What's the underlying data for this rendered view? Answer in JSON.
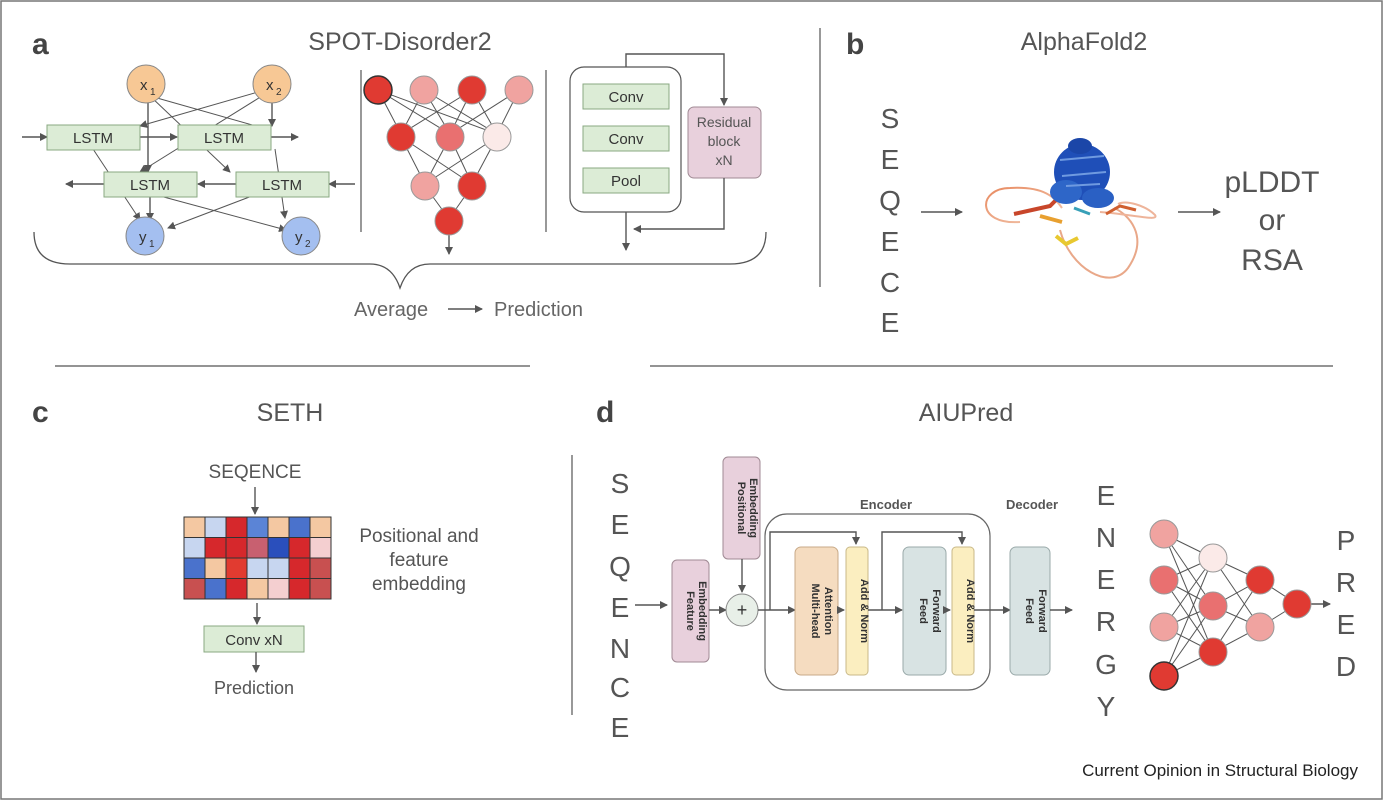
{
  "panels": {
    "a": {
      "letter": "a",
      "title": "SPOT-Disorder2",
      "inputs": [
        "x",
        "x"
      ],
      "input_subs": [
        "1",
        "2"
      ],
      "outputs": [
        "y",
        "y"
      ],
      "output_subs": [
        "1",
        "2"
      ],
      "lstm_label": "LSTM",
      "conv_label": "Conv",
      "pool_label": "Pool",
      "residual_lines": [
        "Residual",
        "block",
        "xN"
      ],
      "average_label": "Average",
      "prediction_label": "Prediction"
    },
    "b": {
      "letter": "b",
      "title": "AlphaFold2",
      "sequence_letters": [
        "S",
        "E",
        "Q",
        "E",
        "C",
        "E"
      ],
      "output_lines": [
        "pLDDT",
        "or",
        "RSA"
      ]
    },
    "c": {
      "letter": "c",
      "title": "SETH",
      "sequence_label": "SEQENCE",
      "embedding_lines": [
        "Positional and",
        "feature",
        "embedding"
      ],
      "conv_label": "Conv xN",
      "prediction_label": "Prediction"
    },
    "d": {
      "letter": "d",
      "title": "AIUPred",
      "sequence_letters": [
        "S",
        "E",
        "Q",
        "E",
        "N",
        "C",
        "E"
      ],
      "energy_letters": [
        "E",
        "N",
        "E",
        "R",
        "G",
        "Y"
      ],
      "pred_letters": [
        "P",
        "R",
        "E",
        "D"
      ],
      "positional_lines": [
        "Positional",
        "Embedding"
      ],
      "feature_lines": [
        "Feature",
        "Embedding"
      ],
      "plus_symbol": "+",
      "encoder_label": "Encoder",
      "decoder_label": "Decoder",
      "mha_lines": [
        "Multi-head",
        "Attention"
      ],
      "addnorm_label": "Add & Norm",
      "ff_lines": [
        "Feed",
        "Forward"
      ]
    }
  },
  "footer": {
    "source": "Current Opinion in Structural Biology"
  },
  "colors": {
    "input_orange": "#f7c895",
    "output_blue": "#a4bff0",
    "box_green": "#dcecd6",
    "box_green_stroke": "#8aa882",
    "residual_pink": "#e8d0dc",
    "red_dark": "#e03a32",
    "red_mid": "#e97070",
    "red_light": "#f0a3a0",
    "red_pale": "#fbeae8",
    "mha_orange": "#f5dcc0",
    "addnorm_yellow": "#fbeec0",
    "ff_gray": "#d8e3e3",
    "heatmap": [
      [
        "#f4c8a2",
        "#c7d6f0",
        "#d6282c",
        "#5b84d6",
        "#f4c8a2",
        "#4a72cc",
        "#f4c8a2"
      ],
      [
        "#c7d6f0",
        "#d6282c",
        "#d6282c",
        "#c86070",
        "#2a4fbc",
        "#d6282c",
        "#f4cfd0"
      ],
      [
        "#4a72cc",
        "#f4c8a2",
        "#e13b30",
        "#c7d6f0",
        "#c7d6f0",
        "#d6282c",
        "#c85050"
      ],
      [
        "#c85050",
        "#4a72cc",
        "#d6282c",
        "#f4c8a2",
        "#f4cfd0",
        "#d6282c",
        "#c85050"
      ]
    ]
  }
}
